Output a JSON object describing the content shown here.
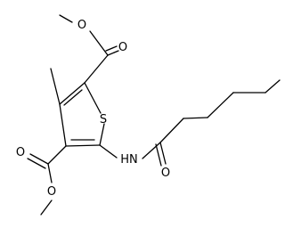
{
  "diagram": {
    "type": "chemical-structure",
    "atom_labels": {
      "o_top_ester_carbonyl": "O",
      "o_top_ester_ether": "O",
      "sulfur": "S",
      "o_left_ester_ether": "O",
      "o_left_ester_carbonyl": "O",
      "nh": "HN",
      "o_amide": "O"
    }
  }
}
